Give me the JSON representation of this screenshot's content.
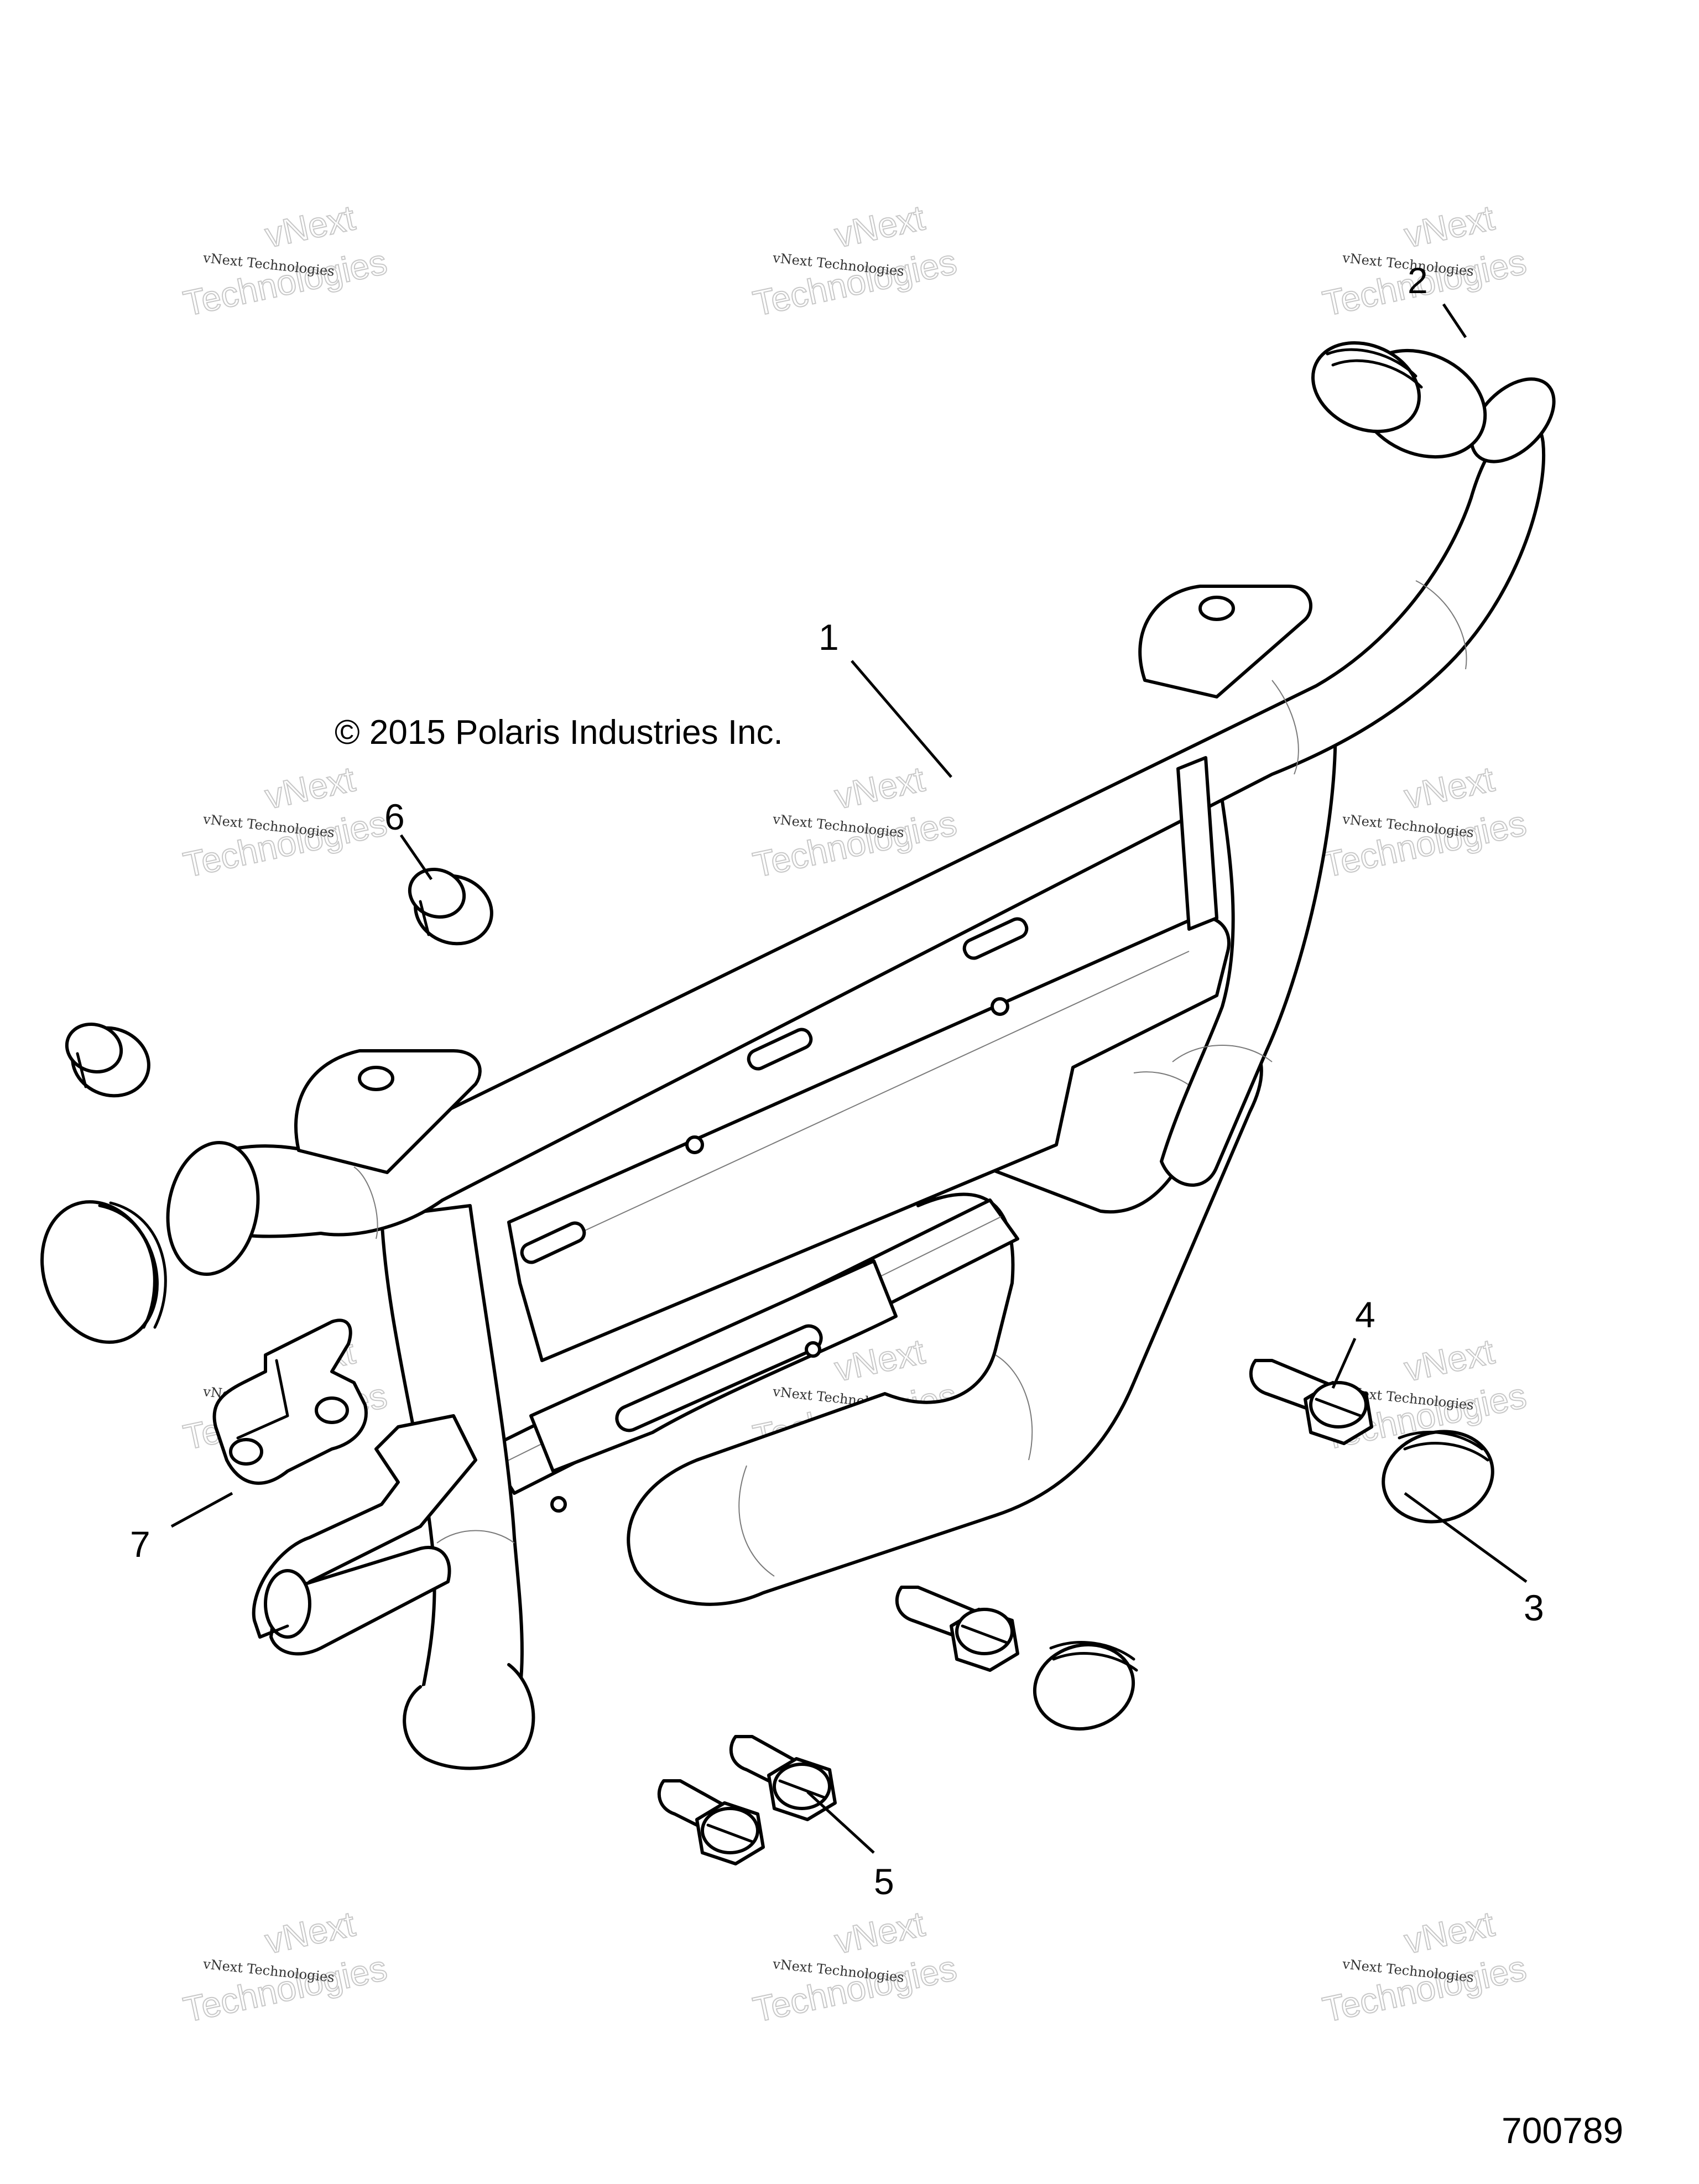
{
  "copyright": "© 2015 Polaris Industries Inc.",
  "drawing_number": "700789",
  "callouts": [
    "1",
    "2",
    "3",
    "4",
    "5",
    "6",
    "7"
  ],
  "watermark": {
    "line1": "vNext Technologies",
    "line2": "vNext",
    "line3": "Technologies"
  }
}
